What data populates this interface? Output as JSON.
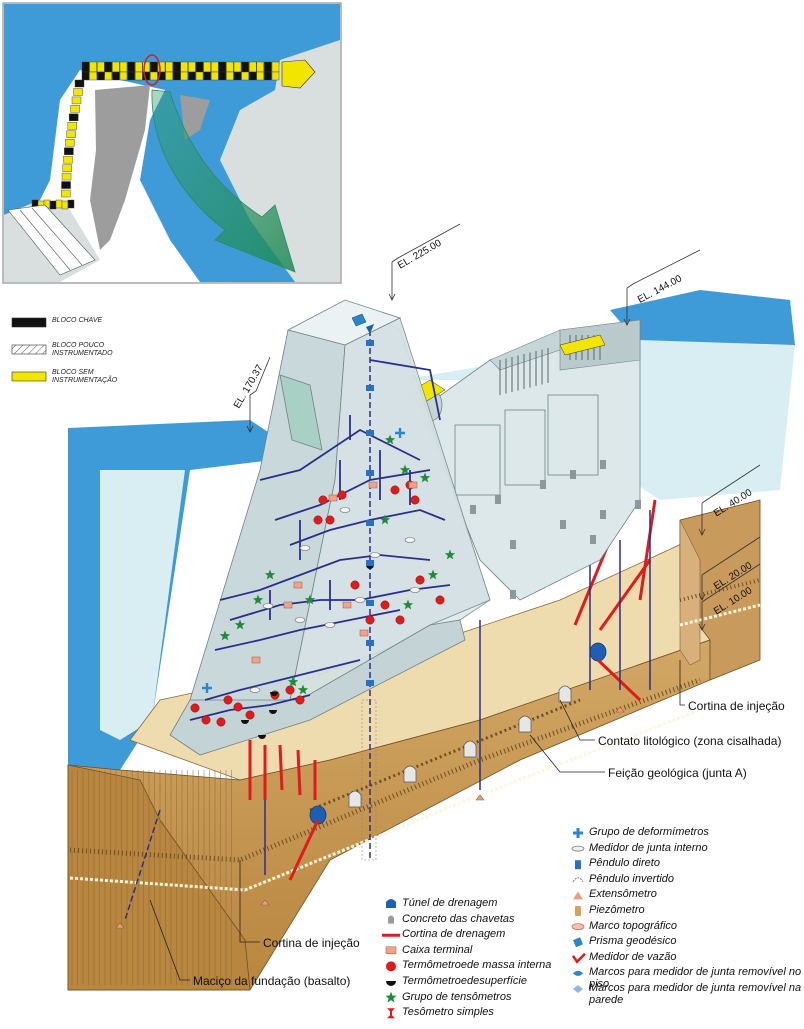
{
  "key_legend": [
    {
      "label": "BLOCO CHAVE",
      "fill": "#111111"
    },
    {
      "label": "BLOCO POUCO INSTRUMENTADO",
      "fill": "hatch"
    },
    {
      "label": "BLOCO SEM INSTRUMENTAÇÃO",
      "fill": "#f2e600"
    }
  ],
  "elevations": {
    "crest": "EL. 225.00",
    "left": "EL. 170.37",
    "right": "EL. 144.00",
    "e40": "EL. 40.00",
    "e20": "EL. 20.00",
    "e10": "EL. 10.00"
  },
  "callouts": {
    "cortina_right": "Cortina de injeção",
    "contato": "Contato litológico (zona cisalhada)",
    "feicao": "Feição geológica (junta A)",
    "cortina_left": "Cortina de injeção",
    "macico": "Maciço da fundação (basalto)"
  },
  "legend_left": [
    {
      "label": "Túnel de drenagem",
      "icon": "drainage-tunnel-icon",
      "color": "#1e5fb4"
    },
    {
      "label": "Concreto das chavetas",
      "icon": "key-concrete-icon",
      "color": "#9a9a9a"
    },
    {
      "label": "Cortina de drenagem",
      "icon": "drainage-curtain-icon",
      "color": "#e01b1b"
    },
    {
      "label": "Caixa terminal",
      "icon": "terminal-box-icon",
      "color": "#f1a28c"
    },
    {
      "label": "Termômetroede massa interna",
      "icon": "internal-thermometer-icon",
      "color": "#e01b1b"
    },
    {
      "label": "Termômetroedesuperfície",
      "icon": "surface-thermometer-icon",
      "color": "#111111"
    },
    {
      "label": "Grupo de tensômetros",
      "icon": "strain-group-icon",
      "color": "#1f8a3a"
    },
    {
      "label": "Tesômetro simples",
      "icon": "single-strain-icon",
      "color": "#e01b1b"
    }
  ],
  "legend_right": [
    {
      "label": "Grupo de deformímetros",
      "icon": "deformeter-group-icon",
      "color": "#2a86c8"
    },
    {
      "label": "Medidor de junta interno",
      "icon": "internal-joint-meter-icon",
      "color": "#777777"
    },
    {
      "label": "Pêndulo direto",
      "icon": "direct-pendulum-icon",
      "color": "#2a6fc0"
    },
    {
      "label": "Pêndulo invertido",
      "icon": "inverted-pendulum-icon",
      "color": "#777777"
    },
    {
      "label": "Extensômetro",
      "icon": "extensometer-icon",
      "color": "#e8a080"
    },
    {
      "label": "Piezômetro",
      "icon": "piezometer-icon",
      "color": "#d9a35a"
    },
    {
      "label": "Marco topográfico",
      "icon": "survey-mark-icon",
      "color": "#d07060"
    },
    {
      "label": "Prisma geodésico",
      "icon": "geodesic-prism-icon",
      "color": "#2a86c8"
    },
    {
      "label": "Medidor de vazão",
      "icon": "flow-meter-icon",
      "color": "#e01b1b"
    },
    {
      "label": "Marcos para medidor de junta removível no piso",
      "icon": "floor-joint-mark-icon",
      "color": "#2a86c8"
    },
    {
      "label": "Marcos para medidor de junta removível na parede",
      "icon": "wall-joint-mark-icon",
      "color": "#8ab8e0"
    }
  ],
  "colors": {
    "water": "#3f9ad8",
    "ice": "#d8eef2",
    "soil": "#c89a5c",
    "soil_dark": "#a8773a",
    "concrete": "#dde8ea",
    "concrete_shade": "#b9c9cc",
    "instrument": "#2b2f8c",
    "sand": "#efdcae"
  }
}
